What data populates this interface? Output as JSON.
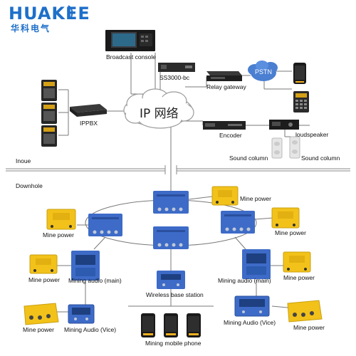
{
  "logo": {
    "brand": "HUAKEE",
    "subtitle": "华科电气"
  },
  "cloud": {
    "label": "IP 网络"
  },
  "zones": {
    "upper": "Inoue",
    "lower": "Downhole"
  },
  "devices": {
    "broadcast_console": "Broadcast console",
    "ss3000": "SS3000-bc",
    "pstn": "PSTN",
    "relay_gateway": "Relay gateway",
    "ippbx": "IPPBX",
    "encoder": "Encoder",
    "loudspeaker": "loudspeaker",
    "sound_column_1": "Sound column",
    "sound_column_2": "Sound column",
    "mine_power_tr": "Mine power",
    "mine_power_l": "Mine power",
    "mine_power_r": "Mine power",
    "mine_power_ml": "Mine power",
    "mine_power_mr": "Mine power",
    "mine_power_bl": "Mine power",
    "mine_power_br": "Mine power",
    "mining_audio_main_l": "Mining audio (main)",
    "mining_audio_main_r": "Mining audio (main)",
    "mining_audio_vice_l": "Mining Audio (Vice)",
    "mining_audio_vice_r": "Mining Audio (Vice)",
    "wireless_base_station": "Wireless base station",
    "mining_mobile_phone": "Mining mobile phone"
  },
  "colors": {
    "brand": "#1e6fc9",
    "switch_blue": "#3d6bc7",
    "power_yellow": "#f2c21a",
    "line": "#7a7a7a"
  }
}
